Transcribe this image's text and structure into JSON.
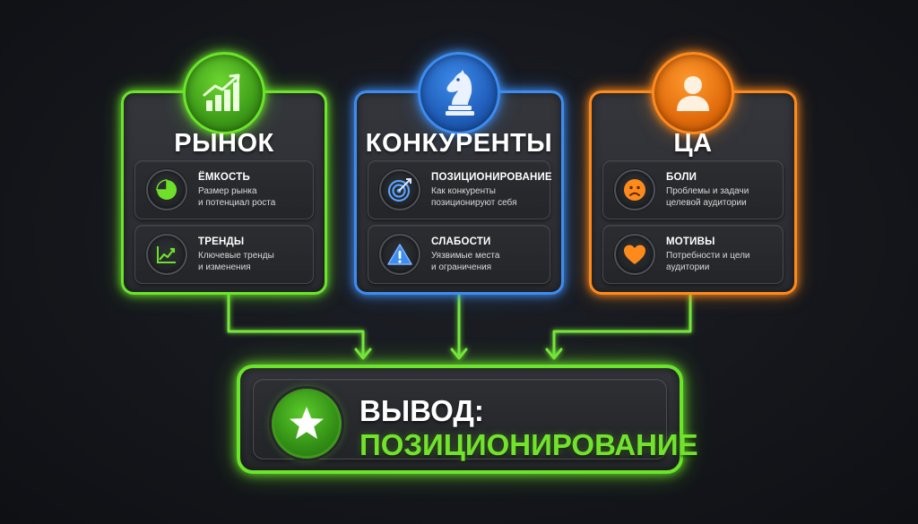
{
  "colors": {
    "market": "#6be52a",
    "competitors": "#3d8cf0",
    "audience": "#ff8a1c",
    "result": "#6be52a"
  },
  "blocks": [
    {
      "title": "РЫНОК",
      "icon": "growth-bar-chart-icon",
      "items": [
        {
          "icon": "pie-chart-icon",
          "title": "ЁМКОСТЬ",
          "desc": "Размер рынка\nи потенциал роста"
        },
        {
          "icon": "trend-line-icon",
          "title": "ТРЕНДЫ",
          "desc": "Ключевые тренды\nи изменения"
        }
      ]
    },
    {
      "title": "КОНКУРЕНТЫ",
      "icon": "chess-knight-icon",
      "items": [
        {
          "icon": "target-icon",
          "title": "ПОЗИЦИОНИРОВАНИЕ",
          "desc": "Как конкуренты\nпозиционируют себя"
        },
        {
          "icon": "warning-icon",
          "title": "СЛАБОСТИ",
          "desc": "Уязвимые места\nи ограничения"
        }
      ]
    },
    {
      "title": "ЦА",
      "icon": "person-icon",
      "items": [
        {
          "icon": "sad-face-icon",
          "title": "БОЛИ",
          "desc": "Проблемы и задачи\nцелевой аудитории"
        },
        {
          "icon": "heart-icon",
          "title": "МОТИВЫ",
          "desc": "Потребности и цели\nаудитории"
        }
      ]
    }
  ],
  "result": {
    "icon": "star-icon",
    "label": "ВЫВОД:",
    "value": "ПОЗИЦИОНИРОВАНИЕ"
  }
}
